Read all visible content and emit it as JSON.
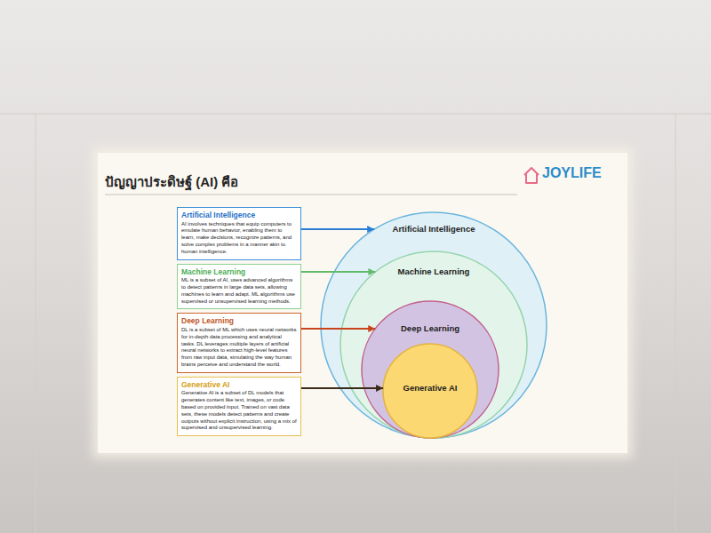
{
  "diagram": {
    "title": "ปัญญาประดิษฐ์ (AI) คือ",
    "nodes": [
      {
        "text": [
          "Artificial Intelligence",
          "AI involves techniques that equip computers to emulate human behavior, enabling them to learn, make decisions, recognize patterns, and solve complex problems in a manner akin to human intelligence."
        ]
      },
      {
        "text": [
          "Machine Learning",
          "ML is a subset of AI, uses advanced algorithms to detect patterns in large data sets, allowing machines to learn and adapt. ML algorithms use supervised or unsupervised learning methods."
        ]
      },
      {
        "text": [
          "Deep Learning",
          "DL is a subset of ML which uses neural networks for in-depth data processing and analytical tasks. DL leverages multiple layers of artificial neural networks to extract high-level features from raw input data, simulating the way human brains perceive and understand the world."
        ]
      },
      {
        "text": [
          "Generative AI",
          "Generative AI is a subset of DL models that generates content like text, images, or code based on provided input. Trained on vast data sets, these models detect patterns and create outputs without explicit instruction, using a mix of supervised and unsupervised learning."
        ]
      },
      {
        "text": [
          "Artificial Intelligence"
        ]
      },
      {
        "text": [
          "Machine Learning"
        ],
        "in": 4
      },
      {
        "text": [
          "Deep Learning"
        ],
        "in": 5
      },
      {
        "text": [
          "Generative AI"
        ],
        "in": 6
      }
    ],
    "edges": [
      {
        "from": 0,
        "to": 4,
        "arrow": "to"
      },
      {
        "from": 1,
        "to": 5,
        "arrow": "to"
      },
      {
        "from": 2,
        "to": 6,
        "arrow": "to"
      },
      {
        "from": 3,
        "to": 7,
        "arrow": "to"
      }
    ],
    "labels": [
      "JOYLIFE"
    ]
  }
}
